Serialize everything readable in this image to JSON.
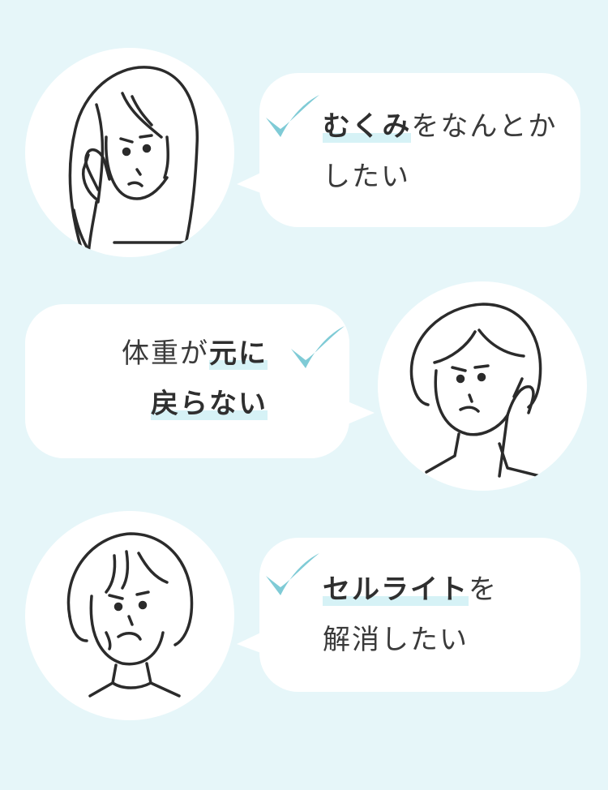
{
  "colors": {
    "background": "#e6f6f9",
    "bubble": "#ffffff",
    "check": "#7fcbd6",
    "highlight": "#d6f2f6",
    "text": "#3a3a3a"
  },
  "items": [
    {
      "check_icon": "checkmark-icon",
      "line1_highlight": "むくみ",
      "line1_rest": "をなんとか",
      "line2": "したい"
    },
    {
      "check_icon": "checkmark-icon",
      "line1_plain": "体重が",
      "line1_highlight": "元に",
      "line2_highlight": "戻らない"
    },
    {
      "check_icon": "checkmark-icon",
      "line1_highlight": "セルライト",
      "line1_rest": "を",
      "line2": "解消したい"
    }
  ]
}
